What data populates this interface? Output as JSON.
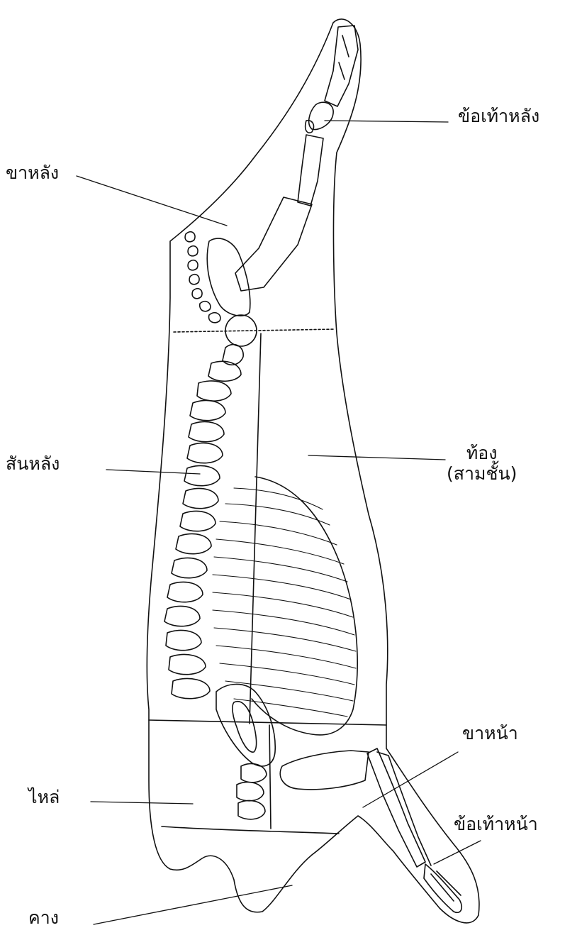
{
  "colors": {
    "ink": "#111111",
    "background": "#ffffff"
  },
  "labels": {
    "hind_hock": "ข้อเท้าหลัง",
    "ham": "ขาหลัง",
    "loin": "สันหลัง",
    "belly_line1": "ท้อง",
    "belly_line2": "(สามชั้น)",
    "foreleg": "ขาหน้า",
    "shoulder": "ไหล่",
    "fore_hock": "ข้อเท้าหน้า",
    "jowl": "คาง"
  }
}
